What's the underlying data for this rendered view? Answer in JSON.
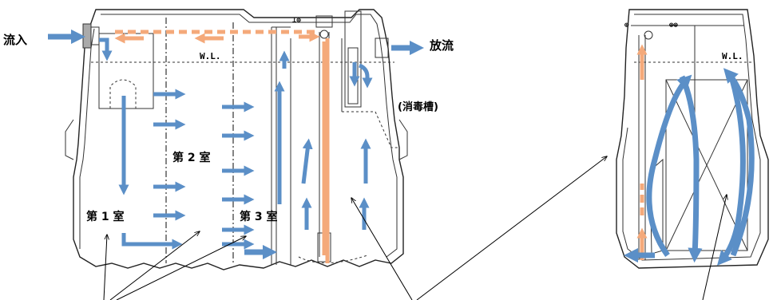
{
  "labels": {
    "inflow": "流入",
    "outflow": "放流",
    "room1": "第 1 室",
    "room2": "第 2 室",
    "room3": "第 3 室",
    "disinfection": "(消毒槽)",
    "water_level": "W.L."
  },
  "colors": {
    "flow_water": "#5b8fc7",
    "flow_air": "#f4a97a",
    "outline": "#222222"
  }
}
